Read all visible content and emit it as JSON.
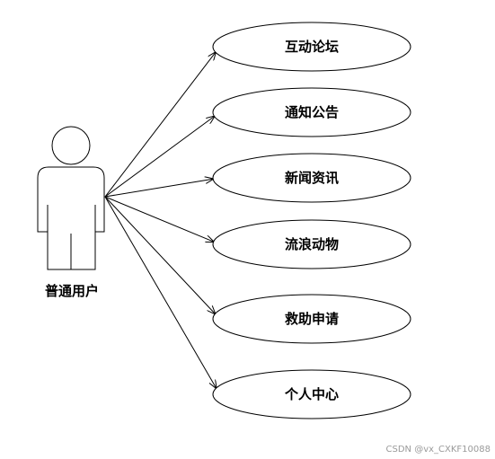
{
  "actor": {
    "label": "普通用户"
  },
  "use_cases": [
    {
      "label": "互动论坛"
    },
    {
      "label": "通知公告"
    },
    {
      "label": "新闻资讯"
    },
    {
      "label": "流浪动物"
    },
    {
      "label": "救助申请"
    },
    {
      "label": "个人中心"
    }
  ],
  "watermark": "CSDN @vx_CXKF10088",
  "colors": {
    "stroke": "#000000",
    "background": "#ffffff",
    "watermark": "#9a9a9a"
  }
}
